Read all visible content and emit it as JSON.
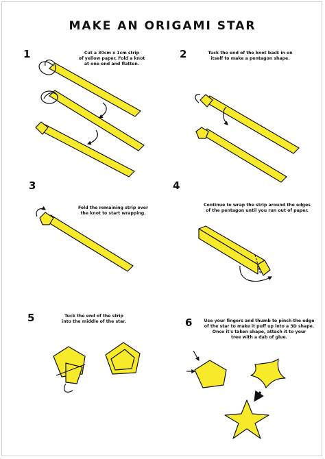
{
  "title": "MAKE AN ORIGAMI STAR",
  "colors": {
    "paper": "#f6ea2a",
    "outline": "#111111"
  },
  "steps": [
    {
      "number": "1",
      "lines": [
        "Cut a 30cm x 1cm strip",
        "of yellow paper. Fold a knot",
        "at one end and flatten."
      ]
    },
    {
      "number": "2",
      "lines": [
        "Tuck the end of the knot back in on",
        "itself to make a pentagon shape."
      ]
    },
    {
      "number": "3",
      "lines": [
        "Fold the remaining strip over",
        "the knot to start wrapping."
      ]
    },
    {
      "number": "4",
      "lines": [
        "Continue to wrap the strip around the edges",
        "of the pentagon until you run out of paper."
      ]
    },
    {
      "number": "5",
      "lines": [
        "Tuck the end of the strip",
        "into the middle of the star."
      ]
    },
    {
      "number": "6",
      "lines": [
        "Use your fingers and thumb to pinch the edge",
        "of the star to make it puff up into a 3D shape.",
        "Once it's taken shape, attach it to your",
        "tree with a dab of glue."
      ]
    }
  ]
}
